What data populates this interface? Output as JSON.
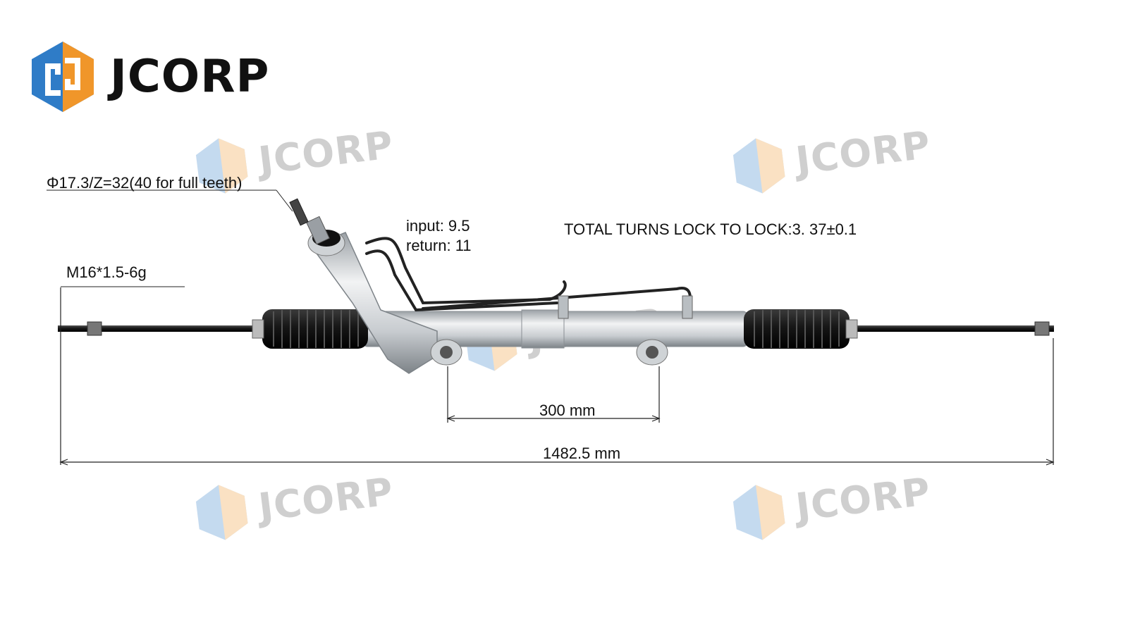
{
  "brand": {
    "name": "JCORP",
    "colors": {
      "blue": "#2f7cc7",
      "orange": "#f0962a",
      "dot": "#f5b21b",
      "text": "#111111"
    },
    "icon": "jcorp-hexagon-logo-icon"
  },
  "watermark": {
    "text": "JCORP",
    "color": "#555555"
  },
  "specs": {
    "pinion": "Φ17.3/Z=32(40 for full teeth)",
    "thread": "M16*1.5-6g",
    "input": "input: 9.5",
    "return": "return: 11",
    "total_turns": "TOTAL TURNS LOCK TO LOCK:3. 37±0.1"
  },
  "dimensions": {
    "mount_spacing": "300 mm",
    "overall_length": "1482.5 mm"
  },
  "product": {
    "icon": "power-steering-rack-icon"
  }
}
